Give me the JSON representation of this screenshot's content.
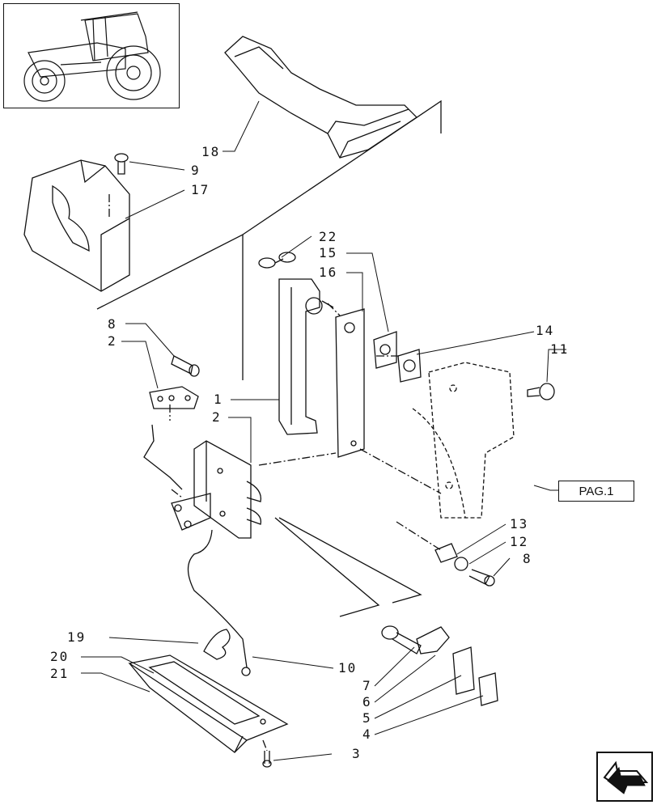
{
  "callouts": [
    "18",
    "9",
    "17",
    "22",
    "15",
    "16",
    "14",
    "11",
    "8",
    "2",
    "1",
    "2",
    "13",
    "12",
    "8",
    "19",
    "20",
    "21",
    "10",
    "7",
    "6",
    "5",
    "4",
    "3"
  ],
  "page_ref": "PAG.1",
  "icons": {
    "thumbnail": "tractor-thumbnail-icon",
    "nav": "next-page-arrow-icon"
  }
}
